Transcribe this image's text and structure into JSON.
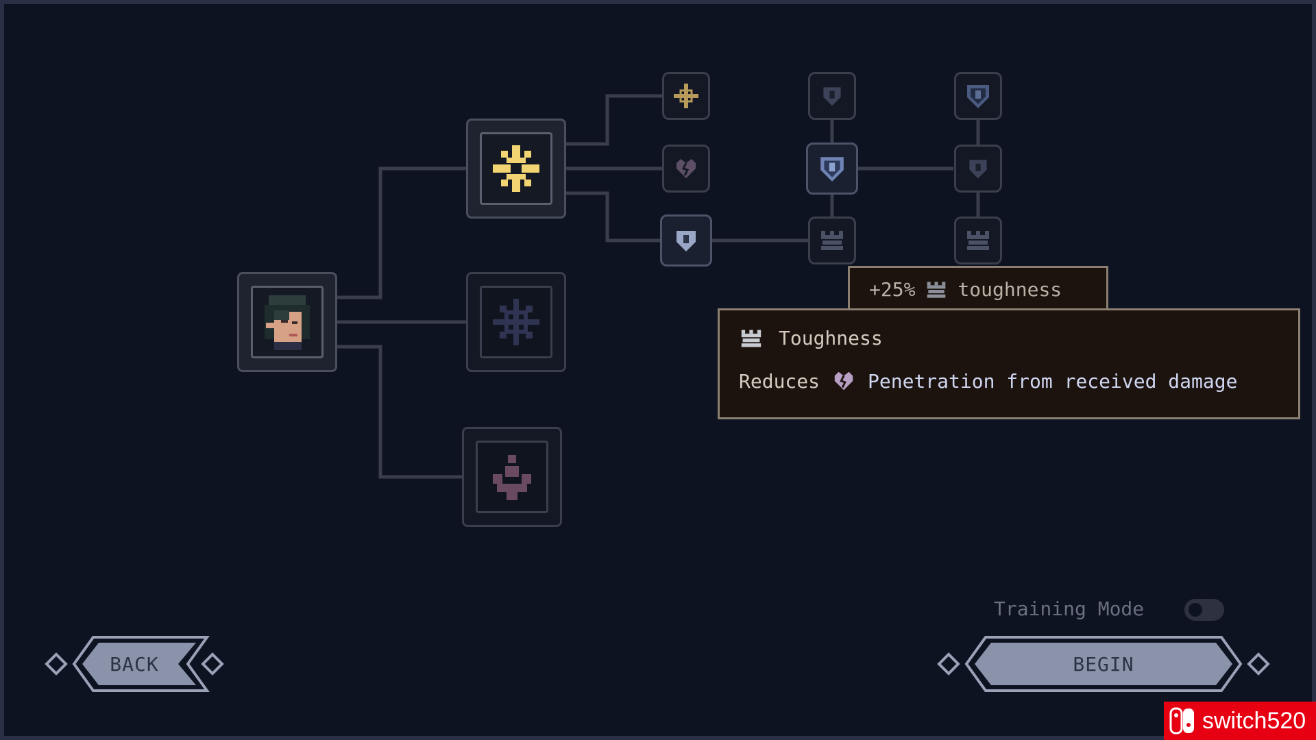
{
  "tooltip": {
    "bonus": "+25%",
    "bonus_stat": "toughness",
    "title": "Toughness",
    "desc_prefix": "Reduces",
    "desc_suffix": "Penetration from received damage"
  },
  "training_mode": {
    "label": "Training Mode",
    "enabled": false
  },
  "buttons": {
    "back": "BACK",
    "begin": "BEGIN"
  },
  "watermark": "switch520",
  "colors": {
    "background": "#0e1322",
    "node_border": "#3b3f4d",
    "tooltip_bg": "#1c130f",
    "tooltip_border": "#8a7f70",
    "button_fill": "#8b93ab",
    "snowflake_active": "#f2d472",
    "shield_blue": "#6f84b5",
    "heart_purple": "#8a6b8c"
  },
  "icons": {
    "portrait": "character-portrait",
    "branch_1": "snowflake-icon",
    "branch_2": "snowflake-icon",
    "branch_3": "figure-group-icon",
    "toughness": "tower-icon",
    "penetration": "broken-heart-icon"
  }
}
